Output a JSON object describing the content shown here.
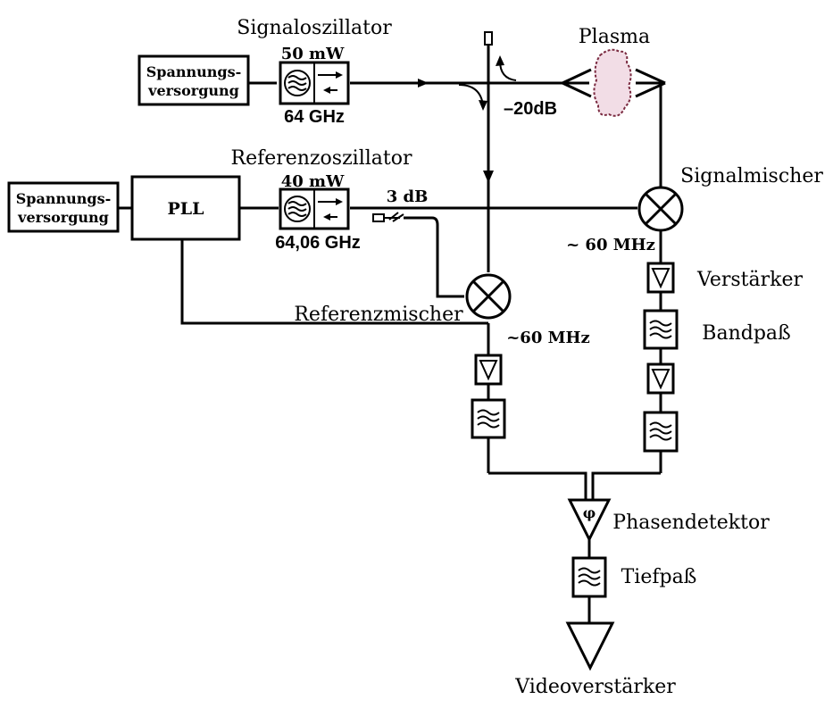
{
  "labels": {
    "power_supply_1": [
      "Spannungs-",
      "versorgung"
    ],
    "power_supply_2": [
      "Spannungs-",
      "versorgung"
    ],
    "pll": "PLL",
    "signal_oscillator": "Signaloszillator",
    "signal_power": "50 mW",
    "signal_frequency": "64 GHz",
    "reference_oscillator": "Referenzoszillator",
    "reference_power": "40 mW",
    "reference_frequency": "64,06 GHz",
    "plasma": "Plasma",
    "coupler_20db": "–20dB",
    "coupler_3db": "3 dB",
    "signal_mixer": "Signalmischer",
    "reference_mixer": "Referenzmischer",
    "if_signal": "~ 60 MHz",
    "if_reference": "~60 MHz",
    "amplifier": "Verstärker",
    "bandpass": "Bandpaß",
    "phase_detector": "Phasendetektor",
    "phase_symbol": "φ",
    "lowpass": "Tiefpaß",
    "video_amplifier": "Videoverstärker"
  },
  "colors": {
    "line": "#000000",
    "plasma_fill": "#f2dde6",
    "plasma_outline": "#7a2a40"
  }
}
